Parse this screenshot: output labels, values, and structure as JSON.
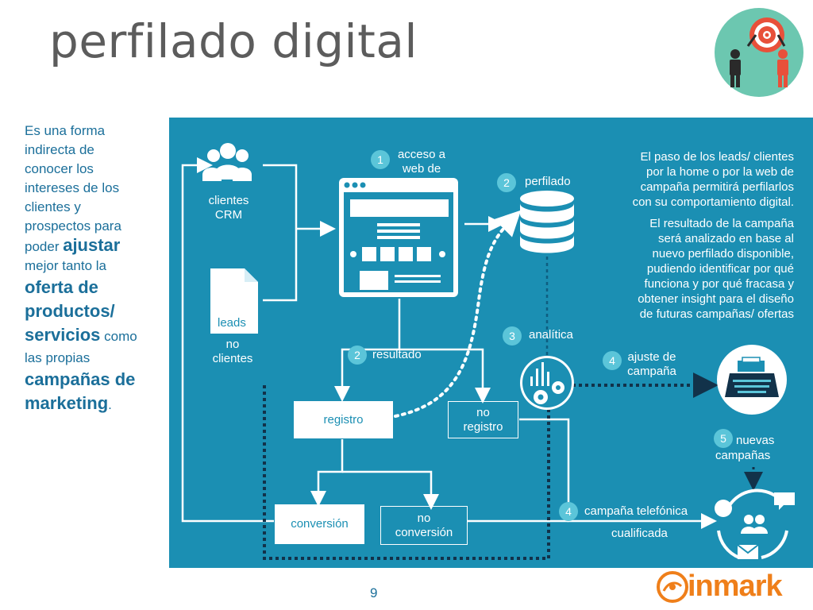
{
  "slide": {
    "title": "perfilado digital",
    "page_number": "9"
  },
  "intro": {
    "lines": [
      "Es una forma",
      "indirecta de",
      "conocer los",
      "intereses de los",
      "clientes y",
      "prospectos para"
    ],
    "poder": "poder ",
    "ajustar": "ajustar",
    "mejor": "mejor tanto la",
    "oferta1": "oferta de",
    "oferta2": "productos/",
    "servicios": "servicios",
    "como": " como",
    "propias": "las propias",
    "campanas": "campañas de",
    "marketing": "marketing",
    "period": "."
  },
  "diagram": {
    "clientes": "clientes",
    "crm": "CRM",
    "leads": "leads",
    "no": "no",
    "no_clientes": "clientes",
    "step1_num": "1",
    "step1_l1": "acceso a",
    "step1_l2": "web de",
    "step2a_num": "2",
    "step2a_label": "perfilado",
    "step2b_num": "2",
    "step2b_label": "resultado",
    "step3_num": "3",
    "step3_label": "analítica",
    "step4a_num": "4",
    "step4a_l1": "ajuste de",
    "step4a_l2": "campaña",
    "step4b_num": "4",
    "step4b_l1": "campaña telefónica",
    "step4b_l2": "cualificada",
    "step5_num": "5",
    "step5_l1": "nuevas",
    "step5_l2": "campañas",
    "registro": "registro",
    "no_registro_l1": "no",
    "no_registro_l2": "registro",
    "conversion": "conversión",
    "no_conversion_l1": "no",
    "no_conversion_l2": "conversión",
    "desc1": [
      "El paso de los leads/ clientes",
      "por la home o por la web de",
      "campaña permitirá perfilarlos",
      "con su comportamiento digital."
    ],
    "desc2": [
      "El resultado de la campaña",
      "será analizado en base al",
      "nuevo perfilado disponible,",
      "pudiendo identificar por qué",
      "funciona y por qué fracasa y",
      "obtener insight para el diseño",
      "de futuras campañas/ ofertas"
    ]
  },
  "brand": {
    "name": "inmark"
  },
  "colors": {
    "panel": "#1b8fb3",
    "badge": "#5bc5d9",
    "title": "#5c5c5c",
    "intro_text": "#1b6f9a",
    "brand_orange": "#ef7f1a",
    "logo_circle": "#6cc7b0"
  }
}
